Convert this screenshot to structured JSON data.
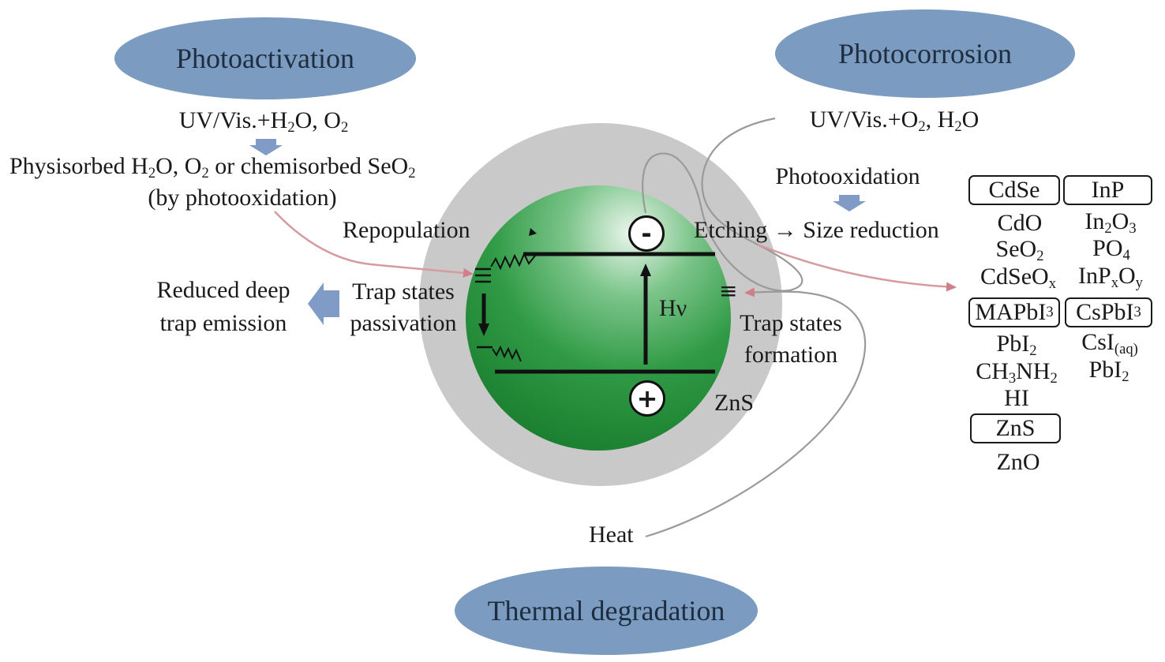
{
  "ellipses": {
    "photoactivation": "Photoactivation",
    "photocorrosion": "Photocorrosion",
    "thermal": "Thermal degradation"
  },
  "left": {
    "uv_a": "UV/Vis.+H",
    "uv_sub1": "2",
    "uv_b": "O, O",
    "uv_sub2": "2",
    "phys_a": "Physisorbed H",
    "phys_sub1": "2",
    "phys_b": "O, O",
    "phys_sub2": "2",
    "phys_c": " or chemisorbed SeO",
    "phys_sub3": "2",
    "byphoto": "(by photooxidation)",
    "repopulation": "Repopulation",
    "reduced1": "Reduced deep",
    "reduced2": "trap emission",
    "trap_pass1": "Trap states",
    "trap_pass2": "passivation"
  },
  "center": {
    "hv": "Hν",
    "minus": "-",
    "plus": "+",
    "zns": "ZnS",
    "heat": "Heat",
    "trap_form1": "Trap states",
    "trap_form2": "formation",
    "trap_symbol": "≡"
  },
  "right": {
    "uv_a": "UV/Vis.+O",
    "uv_sub1": "2",
    "uv_b": ", H",
    "uv_sub2": "2",
    "uv_c": "O",
    "photooxidation": "Photooxidation",
    "etching": "Etching → Size reduction"
  },
  "products": {
    "cdse": {
      "label": "CdSe",
      "l1": "CdO",
      "l2a": "SeO",
      "l2s": "2",
      "l3a": "CdSeO",
      "l3s": "x"
    },
    "inp": {
      "label": "InP",
      "l1a": "In",
      "l1s1": "2",
      "l1b": "O",
      "l1s2": "3",
      "l2a": "PO",
      "l2s": "4",
      "l3a": "InP",
      "l3s1": "x",
      "l3b": "O",
      "l3s2": "y"
    },
    "mapbi": {
      "label_a": "MAPbI",
      "label_s": "3",
      "l1a": "PbI",
      "l1s": "2",
      "l2a": "CH",
      "l2s1": "3",
      "l2b": "NH",
      "l2s2": "2",
      "l3": "HI"
    },
    "cspbi": {
      "label_a": "CsPbI",
      "label_s": "3",
      "l1a": "CsI",
      "l1s": "(aq)",
      "l2a": "PbI",
      "l2s": "2"
    },
    "zns": {
      "label": "ZnS",
      "l1": "ZnO"
    }
  },
  "colors": {
    "ellipse": "#7b9cc0",
    "shell": "#c8c8c8",
    "core_dark": "#1f8a35",
    "core_light": "#d8eedd",
    "arrow_blue": "#7f9bc6",
    "curve_pink": "#d79aa0",
    "curve_gray": "#9a9a9a"
  }
}
